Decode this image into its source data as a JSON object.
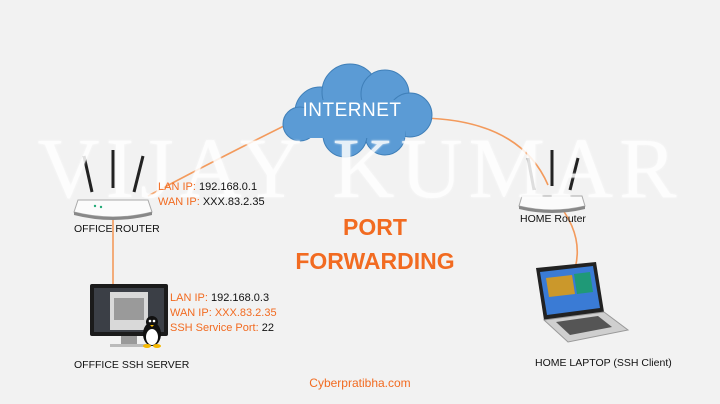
{
  "watermark": "VIJAY KUMAR",
  "cloud": {
    "label": "INTERNET"
  },
  "title": {
    "line1": "PORT",
    "line2": "FORWARDING"
  },
  "office_router": {
    "caption": "OFFICE ROUTER",
    "lan_key": "LAN IP:",
    "lan_value": "192.168.0.1",
    "wan_key": "WAN IP:",
    "wan_value": "XXX.83.2.35"
  },
  "ssh_server": {
    "caption": "OFFFICE SSH SERVER",
    "lan_key": "LAN IP:",
    "lan_value": "192.168.0.3",
    "wan_key": "WAN IP: XXX.83.2.35",
    "port_key": "SSH Service Port:",
    "port_value": "22"
  },
  "home_router": {
    "caption": "HOME Router"
  },
  "home_laptop": {
    "caption": "HOME LAPTOP (SSH Client)"
  },
  "footer": "Cyberpratibha.com",
  "colors": {
    "accent": "#f26b21",
    "cloud": "#5b9bd5",
    "link": "#f39a5c",
    "background": "#f2f2f2"
  },
  "icons": [
    "cloud-icon",
    "router-icon",
    "server-monitor-icon",
    "linux-penguin-icon",
    "laptop-icon"
  ]
}
